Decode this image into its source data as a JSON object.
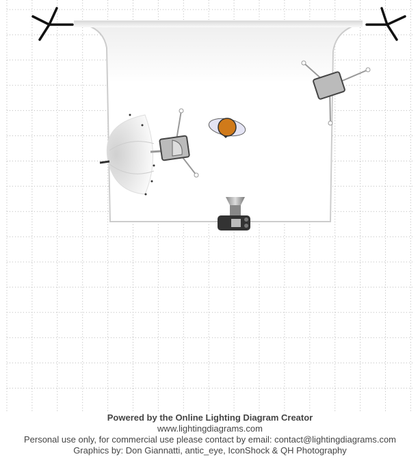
{
  "diagram": {
    "elements": [
      {
        "type": "background-stand",
        "name": "left-stand"
      },
      {
        "type": "background-stand",
        "name": "right-stand"
      },
      {
        "type": "seamless-backdrop",
        "name": "white-backdrop"
      },
      {
        "type": "umbrella",
        "name": "shoot-through-umbrella"
      },
      {
        "type": "strobe",
        "name": "left-strobe"
      },
      {
        "type": "strobe",
        "name": "right-strobe"
      },
      {
        "type": "model",
        "name": "subject"
      },
      {
        "type": "camera",
        "name": "camera"
      }
    ],
    "colors": {
      "subject": "#d07a1a",
      "grid": "#bbbbbb",
      "backdrop_edge": "#cccccc"
    }
  },
  "footer": {
    "powered_by": "Powered by the Online Lighting Diagram Creator",
    "website": "www.lightingdiagrams.com",
    "license": "Personal use only, for commercial use please contact by email: contact@lightingdiagrams.com",
    "credits": "Graphics by: Don Giannatti, antic_eye, IconShock & QH Photography"
  }
}
